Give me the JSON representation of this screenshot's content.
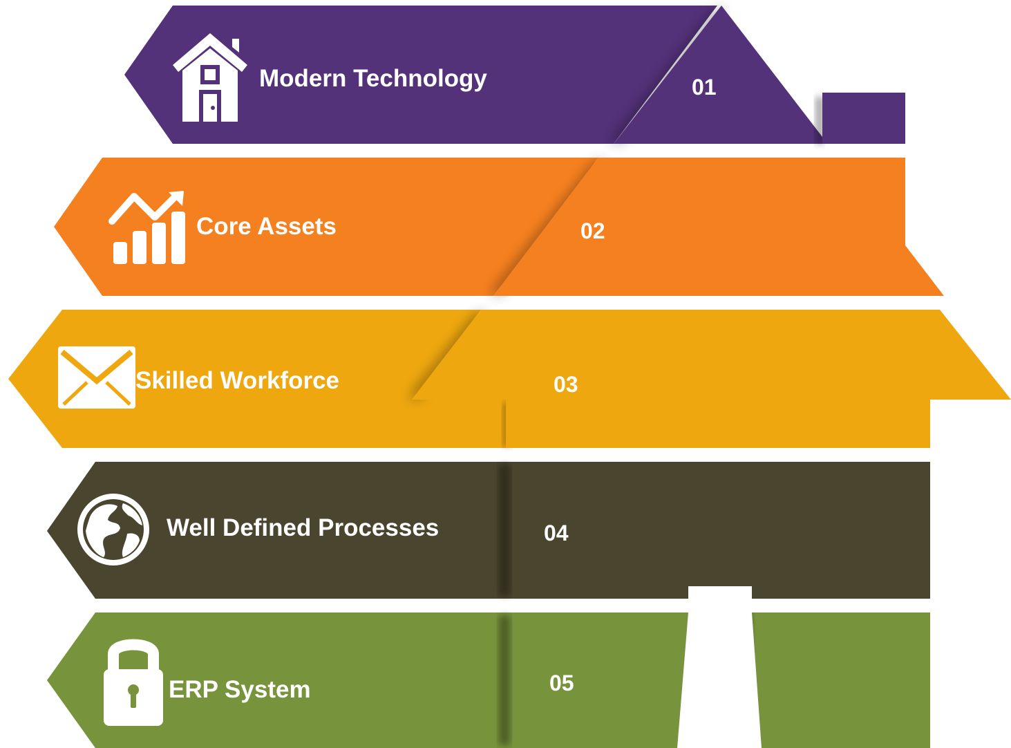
{
  "colors": {
    "purple": "#54327A",
    "orange": "#F5801F",
    "amber": "#EEA70F",
    "olive": "#4A452E",
    "green": "#77933C",
    "background": "#FFFFFF",
    "text": "#FFFFFF"
  },
  "items": [
    {
      "number": "01",
      "label": "Modern Technology",
      "icon": "house-icon",
      "color": "#54327A"
    },
    {
      "number": "02",
      "label": "Core Assets",
      "icon": "growth-chart-icon",
      "color": "#F5801F"
    },
    {
      "number": "03",
      "label": "Skilled Workforce",
      "icon": "envelope-icon",
      "color": "#EEA70F"
    },
    {
      "number": "04",
      "label": "Well Defined Processes",
      "icon": "globe-icon",
      "color": "#4A452E"
    },
    {
      "number": "05",
      "label": "ERP System",
      "icon": "padlock-icon",
      "color": "#77933C"
    }
  ]
}
